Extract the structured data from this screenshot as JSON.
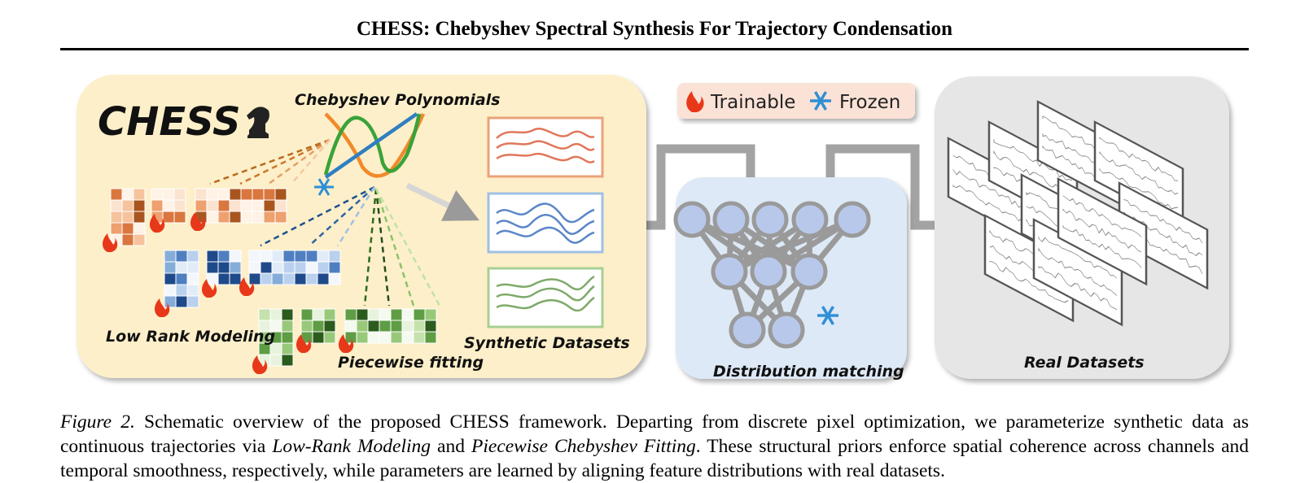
{
  "header": {
    "title": "CHESS: Chebyshev Spectral Synthesis For Trajectory Condensation"
  },
  "figure": {
    "logo_text": "CHESS",
    "labels": {
      "chebyshev": "Chebyshev Polynomials",
      "low_rank": "Low Rank Modeling",
      "piecewise": "Piecewise fitting",
      "synthetic": "Synthetic Datasets",
      "distribution": "Distribution matching",
      "real": "Real Datasets"
    },
    "legend": {
      "trainable": "Trainable",
      "frozen": "Frozen"
    },
    "icons": [
      "chess-knight-icon",
      "fire-icon",
      "snowflake-icon"
    ],
    "colors": {
      "chess_panel": "#fdefc9",
      "network_panel": "#dde9f6",
      "real_panel": "#e6e6e6",
      "legend_bg": "#fbe2d6",
      "orange": "#f08a2b",
      "green": "#3aa23a",
      "blue": "#2f7fc1",
      "synthetic_red": "#e0775a",
      "synthetic_blue": "#5b86c8",
      "synthetic_green": "#7faa6a"
    }
  },
  "caption": {
    "label": "Figure 2.",
    "s1": " Schematic overview of the proposed CHESS framework. Departing from discrete pixel optimization, we parameterize synthetic data as continuous trajectories via ",
    "em1": "Low-Rank Modeling",
    "s2": " and ",
    "em2": "Piecewise Chebyshev Fitting",
    "s3": ". These structural priors enforce spatial coherence across channels and temporal smoothness, respectively, while parameters are learned by aligning feature distributions with real datasets."
  }
}
